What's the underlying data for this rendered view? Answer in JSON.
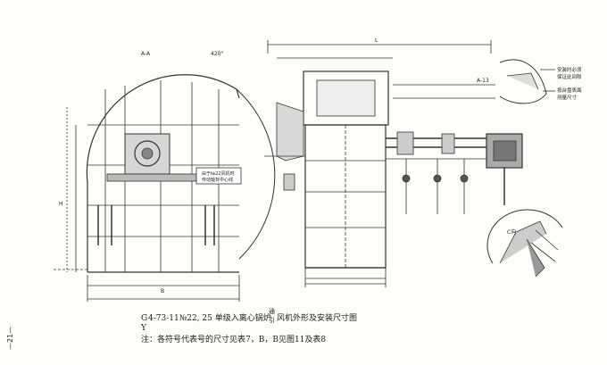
{
  "labels": {
    "section": "A-A",
    "bay": "420°",
    "dim_top": "L",
    "dim_b": "B",
    "dim_h": "H",
    "detail_top_1": "安装时必须",
    "detail_top_2": "保证此间隙",
    "detail_top_3": "按台盘表面",
    "detail_top_4": "测量尺寸",
    "note_box_1": "由于№22风机时",
    "note_box_2": "传动轴背中心线",
    "detail_bottom": "C向",
    "a_mark": "A-13"
  },
  "caption": {
    "model_left": "G",
    "model_under": "Y",
    "model": "4-73-11№22, 25 单级入离心锅炉",
    "stack_top": "通",
    "stack_bottom": "引",
    "suffix": "风机外形及安装尺寸图",
    "note": "注：各符号代表号的尺寸见表7，B",
    "note_tail": "，B",
    "note_end": "见图11及表8"
  },
  "page_number": "—21—"
}
